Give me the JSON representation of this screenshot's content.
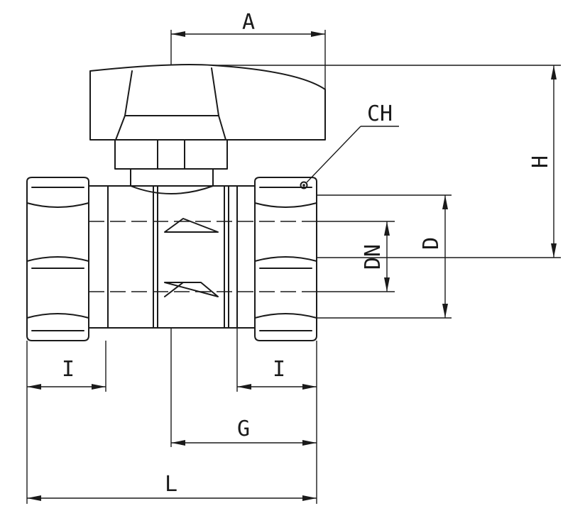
{
  "labels": {
    "A": "A",
    "CH": "CH",
    "H": "H",
    "D": "D",
    "DN": "DN",
    "I_left": "I",
    "I_right": "I",
    "G": "G",
    "L": "L"
  },
  "colors": {
    "line": "#1a1a1a",
    "background": "#ffffff"
  }
}
